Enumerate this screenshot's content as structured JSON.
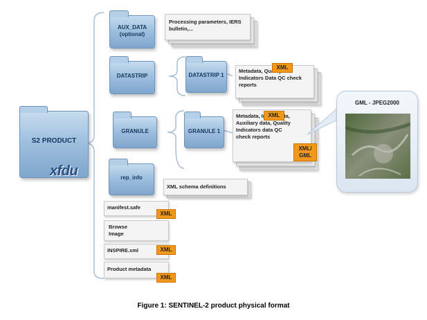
{
  "root": {
    "label": "S2 PRODUCT",
    "logo": "xfdu"
  },
  "folders": {
    "aux_data": "AUX_DATA (optional)",
    "datastrip": "DATASTRIP",
    "datastrip1": "DATASTRIP 1",
    "granule": "GRANULE",
    "granule1": "GRANULE 1",
    "rep_info": "rep_info"
  },
  "docs": {
    "aux_data_desc": "Processing parameters, IERS bulletin,...",
    "datastrip_desc": "Metadata, Quality Indicators Data QC check reports",
    "granule_desc": "Metadata, Image data, Auxiliary data, Quality Indicators data QC check reports",
    "rep_info_desc": "XML schema definitions",
    "manifest": "manifest.safe",
    "browse": "Browse Image",
    "inspire": "INSPIRE.xml",
    "product_metadata": "Product metadata"
  },
  "badges": {
    "xml": "XML",
    "xml_gml": "XML/ GML"
  },
  "callout": {
    "title": "GML - JPEG2000"
  },
  "caption": "Figure 1: SENTINEL-2 product physical format"
}
